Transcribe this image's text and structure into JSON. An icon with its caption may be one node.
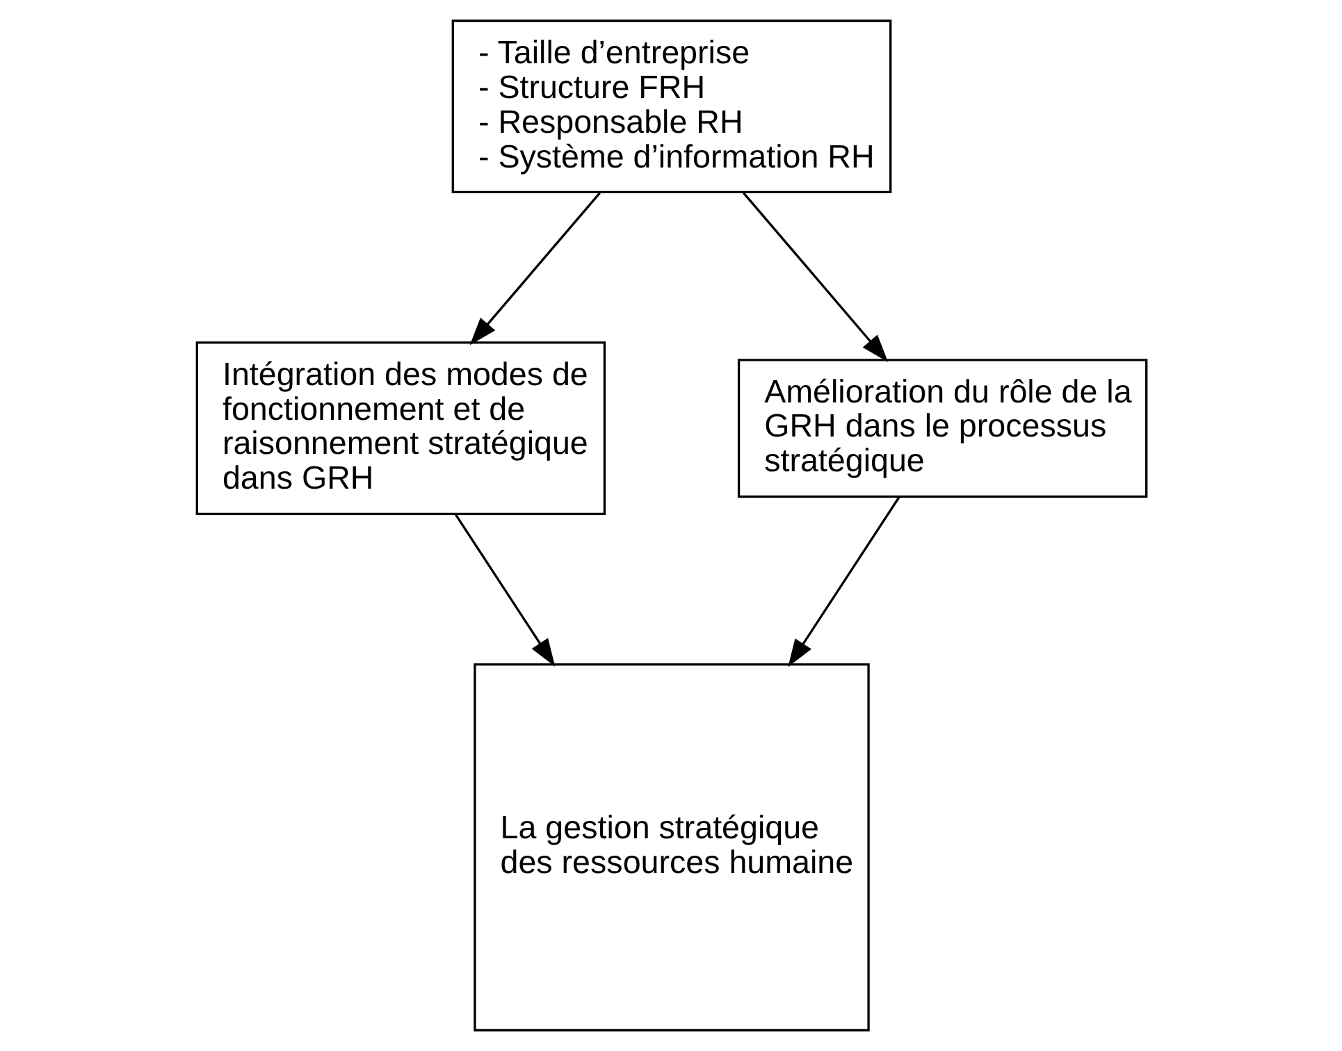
{
  "diagram": {
    "nodes": [
      {
        "text": [
          "- Taille d’entreprise",
          "- Structure FRH",
          "- Responsable RH",
          "- Système d’information RH"
        ]
      },
      {
        "text": [
          "Intégration des modes de fonctionnement et de raisonnement stratégique dans GRH"
        ]
      },
      {
        "text": [
          "Amélioration du rôle de la GRH dans le processus stratégique"
        ]
      },
      {
        "text": [
          "La gestion stratégique des ressources humaine"
        ]
      }
    ],
    "edges": [
      {
        "from": 0,
        "to": 1,
        "arrow": "to"
      },
      {
        "from": 0,
        "to": 2,
        "arrow": "to"
      },
      {
        "from": 1,
        "to": 3,
        "arrow": "to"
      },
      {
        "from": 2,
        "to": 3,
        "arrow": "to"
      }
    ]
  }
}
